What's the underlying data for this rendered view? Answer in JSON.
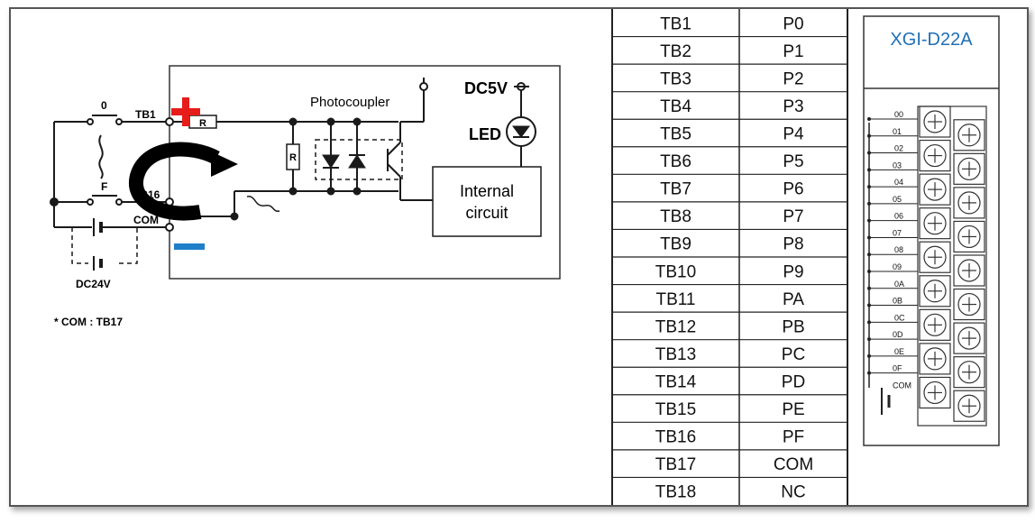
{
  "circuit": {
    "labels": {
      "switch_top": "0",
      "switch_bottom": "F",
      "tb1": "TB1",
      "tb16": "TB16",
      "com": "COM",
      "supply": "DC24V",
      "com_note": "* COM : TB17",
      "photocoupler": "Photocoupler",
      "dc5v": "DC5V",
      "led": "LED",
      "internal_circuit_line1": "Internal",
      "internal_circuit_line2": "circuit",
      "resistor": "R"
    },
    "colors": {
      "plus_marker": "#e81b1b",
      "minus_marker": "#1f7fc9",
      "line": "#1a1a1a"
    }
  },
  "terminal_table": {
    "rows": [
      {
        "tb": "TB1",
        "point": "P0"
      },
      {
        "tb": "TB2",
        "point": "P1"
      },
      {
        "tb": "TB3",
        "point": "P2"
      },
      {
        "tb": "TB4",
        "point": "P3"
      },
      {
        "tb": "TB5",
        "point": "P4"
      },
      {
        "tb": "TB6",
        "point": "P5"
      },
      {
        "tb": "TB7",
        "point": "P6"
      },
      {
        "tb": "TB8",
        "point": "P7"
      },
      {
        "tb": "TB9",
        "point": "P8"
      },
      {
        "tb": "TB10",
        "point": "P9"
      },
      {
        "tb": "TB11",
        "point": "PA"
      },
      {
        "tb": "TB12",
        "point": "PB"
      },
      {
        "tb": "TB13",
        "point": "PC"
      },
      {
        "tb": "TB14",
        "point": "PD"
      },
      {
        "tb": "TB15",
        "point": "PE"
      },
      {
        "tb": "TB16",
        "point": "PF"
      },
      {
        "tb": "TB17",
        "point": "COM"
      },
      {
        "tb": "TB18",
        "point": "NC"
      }
    ]
  },
  "module": {
    "title": "XGI-D22A",
    "title_color": "#1f6fb5",
    "point_labels": [
      "00",
      "01",
      "02",
      "03",
      "04",
      "05",
      "06",
      "07",
      "08",
      "09",
      "0A",
      "0B",
      "0C",
      "0D",
      "0E",
      "0F"
    ],
    "com_label": "COM"
  }
}
